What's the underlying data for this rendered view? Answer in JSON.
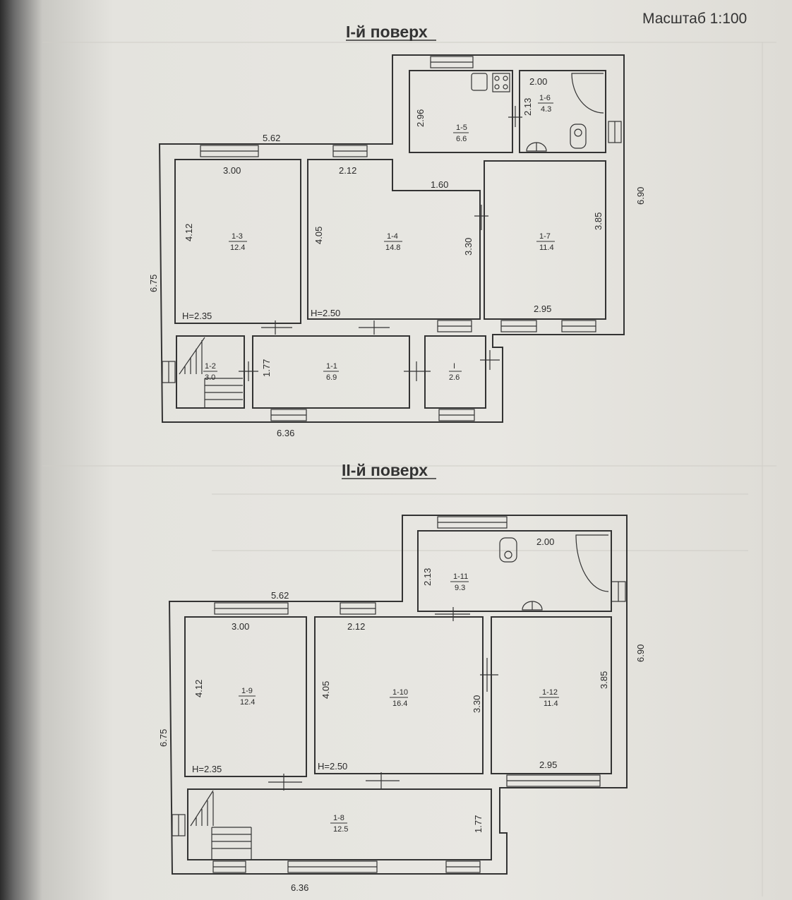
{
  "scale_label": "Масштаб 1:100",
  "floor1": {
    "title": "І-й поверх",
    "dims": {
      "top_width": "5.62",
      "bottom_width": "6.36",
      "left_height": "6.75",
      "right_height": "6.90",
      "r13_w": "3.00",
      "r13_h": "4.12",
      "r14_w": "2.12",
      "r14_h": "4.05",
      "r14_partition": "1.60",
      "r14_h2": "3.30",
      "r15_h": "2.96",
      "r16_w": "2.00",
      "r16_h": "2.13",
      "r17_h": "3.85",
      "r17_w": "2.95",
      "r11_h": "1.77",
      "h1": "H=2.35",
      "h2": "H=2.50"
    },
    "rooms": [
      {
        "id": "1-1",
        "area": "6.9"
      },
      {
        "id": "1-2",
        "area": "3.0"
      },
      {
        "id": "1-3",
        "area": "12.4"
      },
      {
        "id": "1-4",
        "area": "14.8"
      },
      {
        "id": "1-5",
        "area": "6.6"
      },
      {
        "id": "1-6",
        "area": "4.3"
      },
      {
        "id": "1-7",
        "area": "11.4"
      },
      {
        "id": "I",
        "area": "2.6"
      }
    ]
  },
  "floor2": {
    "title": "ІІ-й поверх",
    "dims": {
      "top_width": "5.62",
      "bottom_width": "6.36",
      "left_height": "6.75",
      "right_height": "6.90",
      "r19_w": "3.00",
      "r19_h": "4.12",
      "r110_w": "2.12",
      "r110_h": "4.05",
      "r110_h2": "3.30",
      "r111_w": "2.00",
      "r111_h": "2.13",
      "r112_h": "3.85",
      "r112_w": "2.95",
      "r18_h": "1.77",
      "h1": "H=2.35",
      "h2": "H=2.50"
    },
    "rooms": [
      {
        "id": "1-8",
        "area": "12.5"
      },
      {
        "id": "1-9",
        "area": "12.4"
      },
      {
        "id": "1-10",
        "area": "16.4"
      },
      {
        "id": "1-11",
        "area": "9.3"
      },
      {
        "id": "1-12",
        "area": "11.4"
      }
    ]
  }
}
